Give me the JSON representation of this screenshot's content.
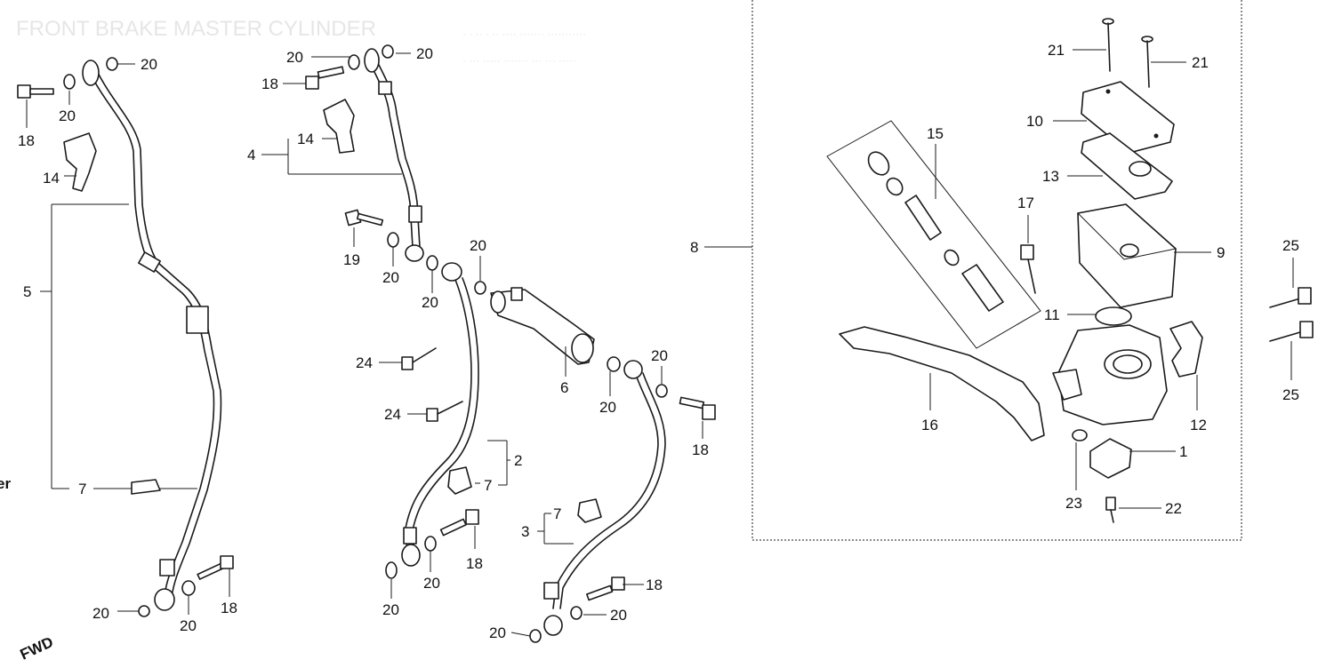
{
  "header": {
    "title": "FRONT BRAKE MASTER CYLINDER",
    "faint_line_1": "· ·  ·· ·  ·· ····  ······· ···········",
    "faint_line_2": "·  ···  ·····  ·······  ··· ··· ·····"
  },
  "edge_text": {
    "left_cut": "er",
    "fwd": "FWD"
  },
  "callouts": [
    {
      "id": "c01",
      "text": "20"
    },
    {
      "id": "c02",
      "text": "18"
    },
    {
      "id": "c03",
      "text": "20"
    },
    {
      "id": "c04",
      "text": "14"
    },
    {
      "id": "c05",
      "text": "5"
    },
    {
      "id": "c06",
      "text": "7"
    },
    {
      "id": "c07",
      "text": "20"
    },
    {
      "id": "c08",
      "text": "20"
    },
    {
      "id": "c09",
      "text": "18"
    },
    {
      "id": "c10",
      "text": "20"
    },
    {
      "id": "c11",
      "text": "20"
    },
    {
      "id": "c12",
      "text": "18"
    },
    {
      "id": "c13",
      "text": "14"
    },
    {
      "id": "c14",
      "text": "4"
    },
    {
      "id": "c15",
      "text": "19"
    },
    {
      "id": "c16",
      "text": "20"
    },
    {
      "id": "c17",
      "text": "20"
    },
    {
      "id": "c18",
      "text": "20"
    },
    {
      "id": "c19",
      "text": "24"
    },
    {
      "id": "c20",
      "text": "24"
    },
    {
      "id": "c21",
      "text": "2"
    },
    {
      "id": "c22",
      "text": "7"
    },
    {
      "id": "c23",
      "text": "18"
    },
    {
      "id": "c24",
      "text": "20"
    },
    {
      "id": "c25",
      "text": "20"
    },
    {
      "id": "c26",
      "text": "6"
    },
    {
      "id": "c27",
      "text": "20"
    },
    {
      "id": "c28",
      "text": "20"
    },
    {
      "id": "c29",
      "text": "18"
    },
    {
      "id": "c30",
      "text": "3"
    },
    {
      "id": "c31",
      "text": "7"
    },
    {
      "id": "c32",
      "text": "18"
    },
    {
      "id": "c33",
      "text": "20"
    },
    {
      "id": "c34",
      "text": "20"
    },
    {
      "id": "c35",
      "text": "8"
    },
    {
      "id": "c36",
      "text": "21"
    },
    {
      "id": "c37",
      "text": "21"
    },
    {
      "id": "c38",
      "text": "10"
    },
    {
      "id": "c39",
      "text": "15"
    },
    {
      "id": "c40",
      "text": "13"
    },
    {
      "id": "c41",
      "text": "17"
    },
    {
      "id": "c42",
      "text": "9"
    },
    {
      "id": "c43",
      "text": "11"
    },
    {
      "id": "c44",
      "text": "16"
    },
    {
      "id": "c45",
      "text": "12"
    },
    {
      "id": "c46",
      "text": "1"
    },
    {
      "id": "c47",
      "text": "23"
    },
    {
      "id": "c48",
      "text": "22"
    },
    {
      "id": "c49",
      "text": "25"
    },
    {
      "id": "c50",
      "text": "25"
    }
  ]
}
